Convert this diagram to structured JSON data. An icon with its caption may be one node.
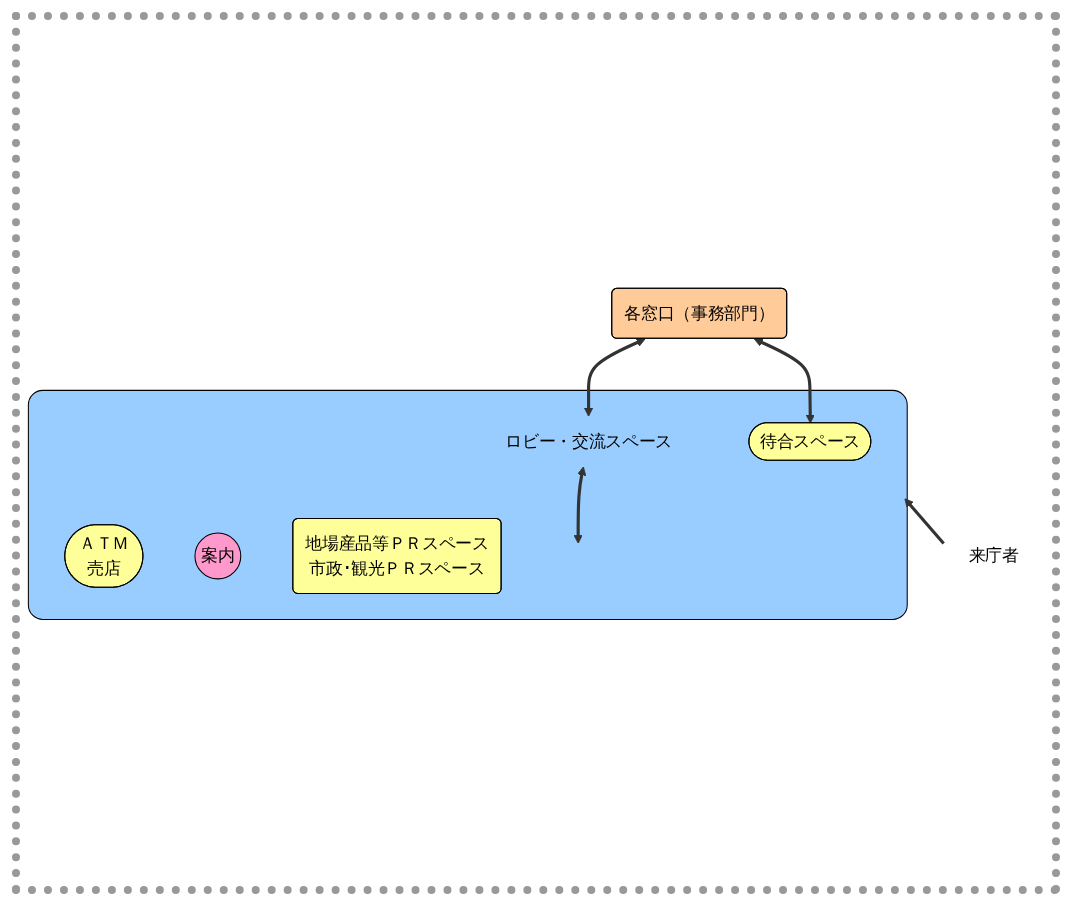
{
  "diagram": {
    "nodes": [
      {
        "text": [
          "各窓口（事務部門）"
        ]
      },
      {
        "text": [],
        "shape": "box"
      },
      {
        "text": [
          "ロビー・交流スペース"
        ],
        "in": 1
      },
      {
        "text": [
          "待合スペース"
        ],
        "in": 1
      },
      {
        "text": [
          "ＡＴＭ",
          "売店"
        ],
        "in": 1
      },
      {
        "text": [
          "案内"
        ],
        "in": 1
      },
      {
        "text": [
          "地場産品等ＰＲスペース",
          "市政･観光ＰＲスペース"
        ],
        "in": 1
      },
      {
        "text": [
          "来庁者"
        ]
      }
    ],
    "edges": [
      {
        "from": 0,
        "to": 2,
        "arrow": "both"
      },
      {
        "from": 0,
        "to": 3,
        "arrow": "both"
      },
      {
        "from": 2,
        "to": null,
        "arrow": "both"
      },
      {
        "from": 7,
        "to": 1,
        "arrow": "to"
      }
    ]
  }
}
